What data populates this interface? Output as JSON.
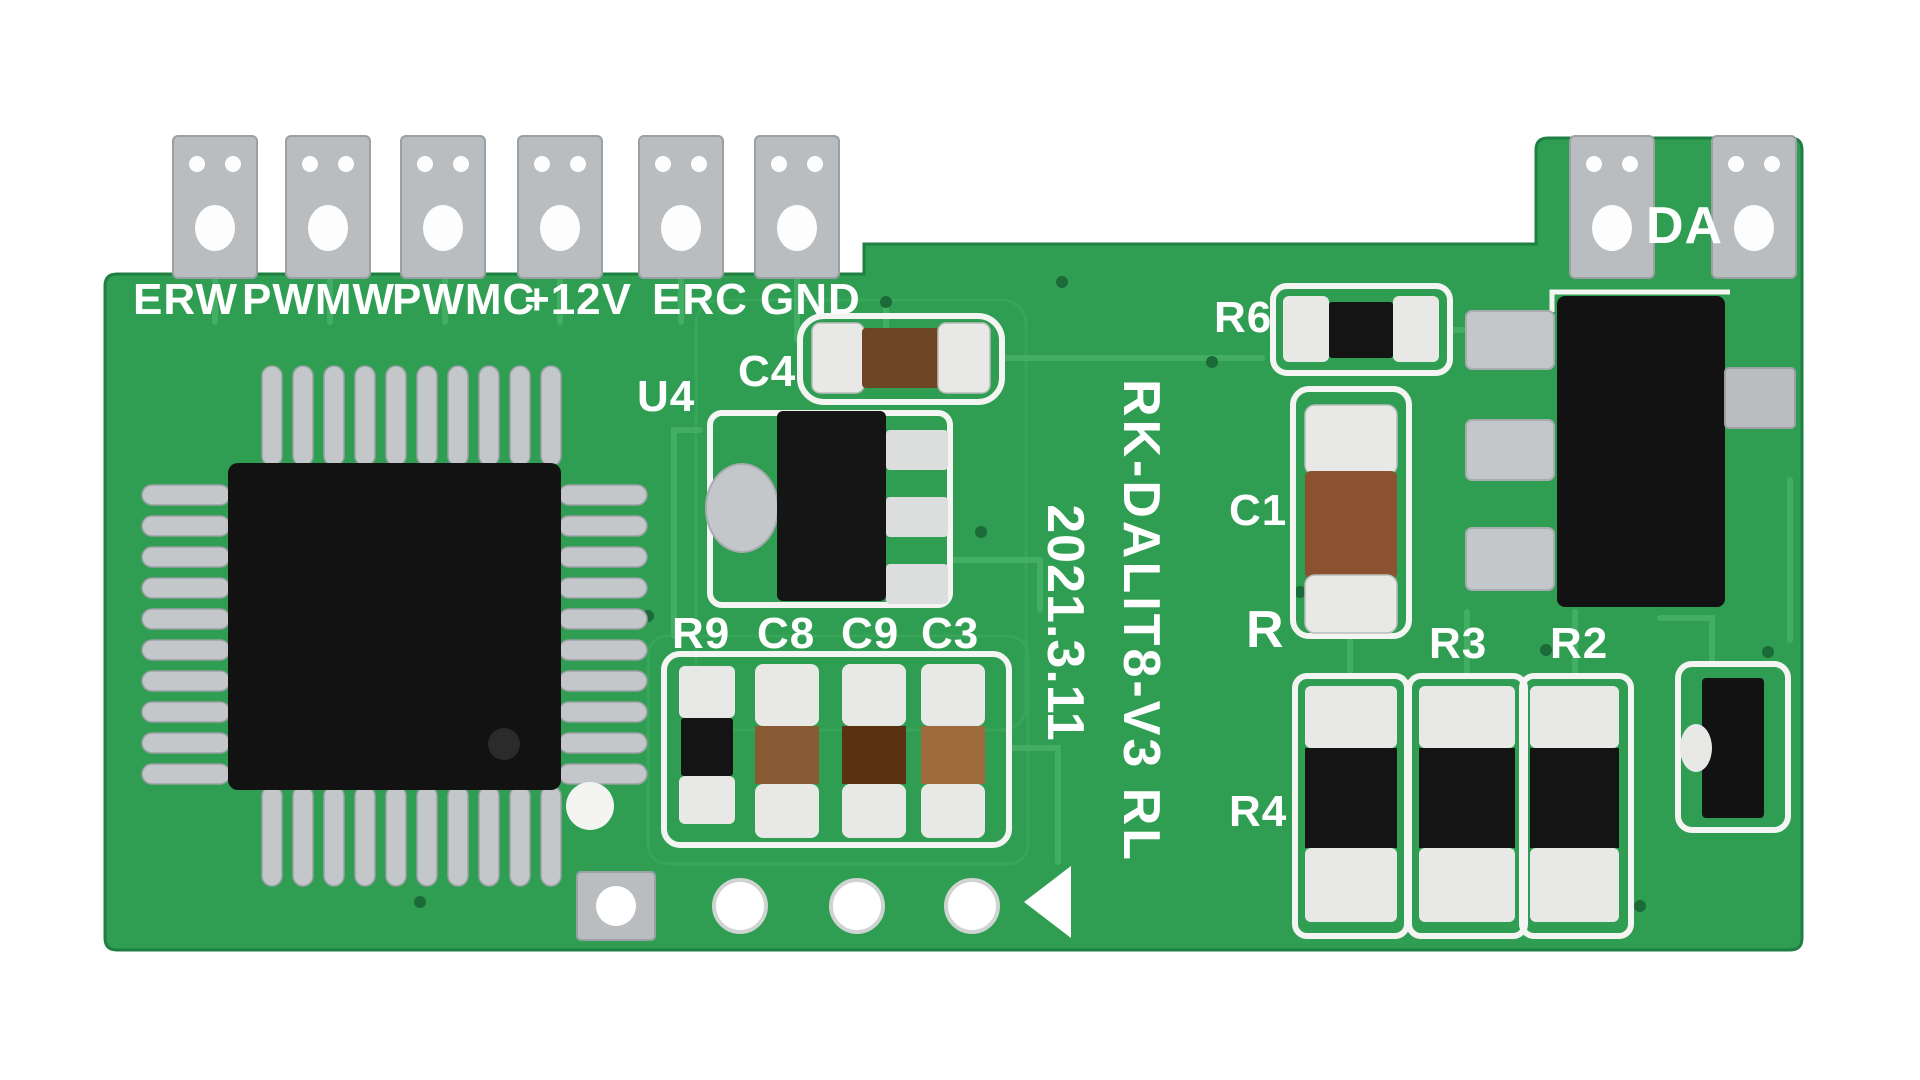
{
  "board": {
    "silkscreen": {
      "connector_labels": [
        "ERW",
        "PWMW",
        "PWMC",
        "+12V",
        "ERC",
        "GND"
      ],
      "da_label": "DA",
      "model_text": "RK-DALIT8-V3 RL",
      "date_text": "2021.3.11",
      "component_labels": {
        "u4": "U4",
        "c4": "C4",
        "r9": "R9",
        "c8": "C8",
        "c9": "C9",
        "c3": "C3",
        "r6": "R6",
        "c1": "C1",
        "r": "R",
        "r3": "R3",
        "r2": "R2",
        "r4": "R4"
      }
    },
    "colors": {
      "background": "#ffffff",
      "board_green": "#2f9e52",
      "trace_green": "#43ad64",
      "silkscreen_white": "#f4f5f3",
      "pad_gray": "#c3c7ca",
      "chip_black": "#141414",
      "capacitor_brown": "#8a5a35"
    }
  }
}
